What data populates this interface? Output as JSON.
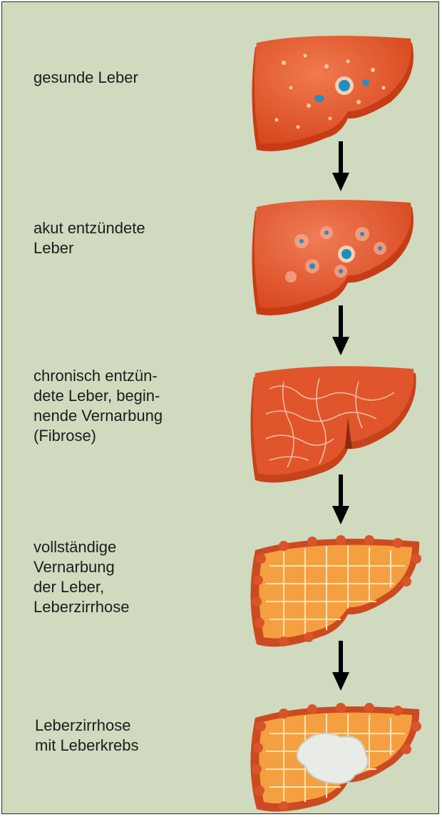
{
  "stages": [
    {
      "label": "gesunde Leber",
      "icon": "healthy-liver-icon"
    },
    {
      "label": "akut entzündete\nLeber",
      "icon": "acutely-inflamed-liver-icon"
    },
    {
      "label": "chronisch entzün-\ndete Leber, begin-\nnende Vernarbung\n(Fibrose)",
      "icon": "fibrotic-liver-icon"
    },
    {
      "label": "vollständige\nVernarbung\nder Leber,\nLeberzirrhose",
      "icon": "cirrhotic-liver-icon"
    },
    {
      "label": "Leberzirrhose\nmit Leberkrebs",
      "icon": "cirrhosis-with-cancer-liver-icon"
    }
  ],
  "colors": {
    "background": "#cfdabf",
    "liver_healthy": "#ea5a30",
    "liver_fibrosis": "#e0552c",
    "cirrhosis_nodules": "#f4a040",
    "tumor": "#e8ebe6",
    "arrow": "#000000"
  }
}
